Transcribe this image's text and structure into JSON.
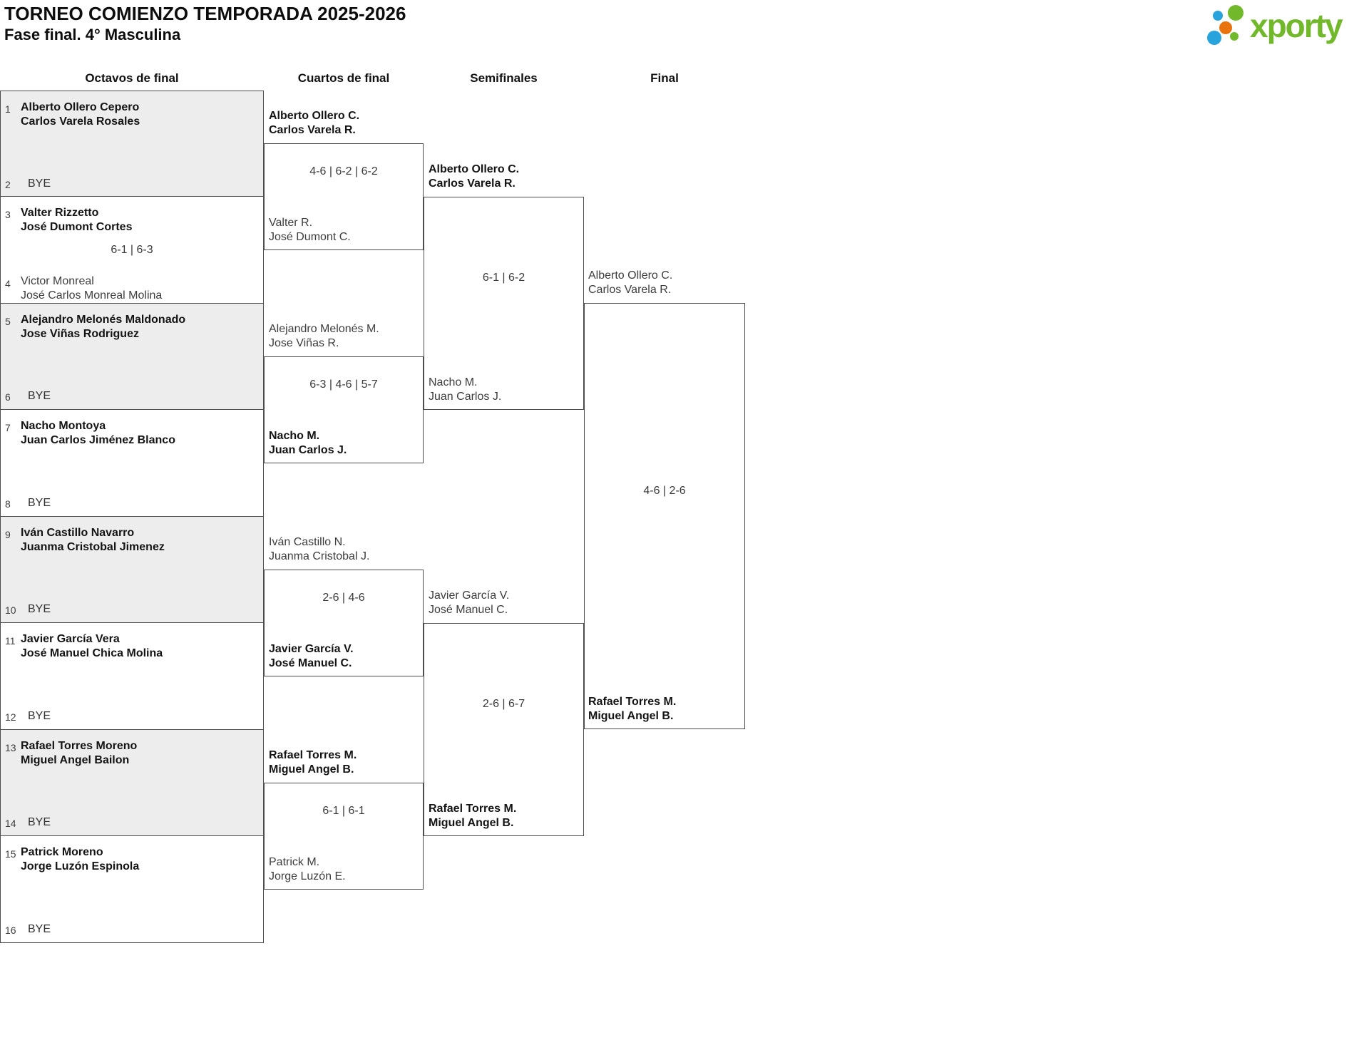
{
  "header": {
    "title": "TORNEO COMIENZO TEMPORADA 2025-2026",
    "subtitle": "Fase final. 4° Masculina",
    "logo": {
      "text": "xporty",
      "colors": {
        "green": "#72b82b",
        "blue": "#29a3dc",
        "orange": "#e8730f"
      }
    }
  },
  "rounds": {
    "octavos": "Octavos de final",
    "cuartos": "Cuartos de final",
    "semifinales": "Semifinales",
    "final": "Final"
  },
  "bracket": {
    "octavos_pairs": [
      {
        "top": {
          "seed": "1",
          "name1": "Alberto Ollero Cepero",
          "name2": "Carlos Varela Rosales"
        },
        "bottom": {
          "seed": "2",
          "name1": "BYE"
        },
        "score": ""
      },
      {
        "top": {
          "seed": "3",
          "name1": "Valter Rizzetto",
          "name2": "José Dumont Cortes"
        },
        "bottom": {
          "seed": "4",
          "name1": "Victor Monreal",
          "name2": "José Carlos Monreal Molina"
        },
        "score": "6-1 | 6-3"
      },
      {
        "top": {
          "seed": "5",
          "name1": "Alejandro Melonés Maldonado",
          "name2": "Jose Viñas Rodriguez"
        },
        "bottom": {
          "seed": "6",
          "name1": "BYE"
        },
        "score": ""
      },
      {
        "top": {
          "seed": "7",
          "name1": "Nacho Montoya",
          "name2": "Juan Carlos Jiménez Blanco"
        },
        "bottom": {
          "seed": "8",
          "name1": "BYE"
        },
        "score": ""
      },
      {
        "top": {
          "seed": "9",
          "name1": "Iván Castillo Navarro",
          "name2": "Juanma Cristobal Jimenez"
        },
        "bottom": {
          "seed": "10",
          "name1": "BYE"
        },
        "score": ""
      },
      {
        "top": {
          "seed": "11",
          "name1": "Javier García Vera",
          "name2": "José Manuel Chica Molina"
        },
        "bottom": {
          "seed": "12",
          "name1": "BYE"
        },
        "score": ""
      },
      {
        "top": {
          "seed": "13",
          "name1": "Rafael Torres Moreno",
          "name2": "Miguel Angel Bailon"
        },
        "bottom": {
          "seed": "14",
          "name1": "BYE"
        },
        "score": ""
      },
      {
        "top": {
          "seed": "15",
          "name1": "Patrick Moreno",
          "name2": "Jorge Luzón Espinola"
        },
        "bottom": {
          "seed": "16",
          "name1": "BYE"
        },
        "score": ""
      }
    ],
    "cuartos": [
      {
        "top": {
          "name1": "Alberto Ollero C.",
          "name2": "Carlos Varela R."
        },
        "bottom": {
          "name1": "Valter R.",
          "name2": "José Dumont C."
        },
        "score": "4-6 | 6-2 | 6-2"
      },
      {
        "top": {
          "name1": "Alejandro Melonés M.",
          "name2": "Jose Viñas R."
        },
        "bottom": {
          "name1": "Nacho M.",
          "name2": "Juan Carlos J."
        },
        "score": "6-3 | 4-6 | 5-7"
      },
      {
        "top": {
          "name1": "Iván Castillo N.",
          "name2": "Juanma Cristobal J."
        },
        "bottom": {
          "name1": "Javier García V.",
          "name2": "José Manuel C."
        },
        "score": "2-6 | 4-6"
      },
      {
        "top": {
          "name1": "Rafael Torres M.",
          "name2": "Miguel Angel B."
        },
        "bottom": {
          "name1": "Patrick M.",
          "name2": "Jorge Luzón E."
        },
        "score": "6-1 | 6-1"
      }
    ],
    "semifinales": [
      {
        "top": {
          "name1": "Alberto Ollero C.",
          "name2": "Carlos Varela R."
        },
        "bottom": {
          "name1": "Nacho M.",
          "name2": "Juan Carlos J."
        },
        "score": "6-1 | 6-2"
      },
      {
        "top": {
          "name1": "Javier García V.",
          "name2": "José Manuel C."
        },
        "bottom": {
          "name1": "Rafael Torres M.",
          "name2": "Miguel Angel B."
        },
        "score": "2-6 | 6-7"
      }
    ],
    "final": {
      "top": {
        "name1": "Alberto Ollero C.",
        "name2": "Carlos Varela R."
      },
      "bottom": {
        "name1": "Rafael Torres M.",
        "name2": "Miguel Angel B."
      },
      "score": "4-6 | 2-6"
    }
  }
}
